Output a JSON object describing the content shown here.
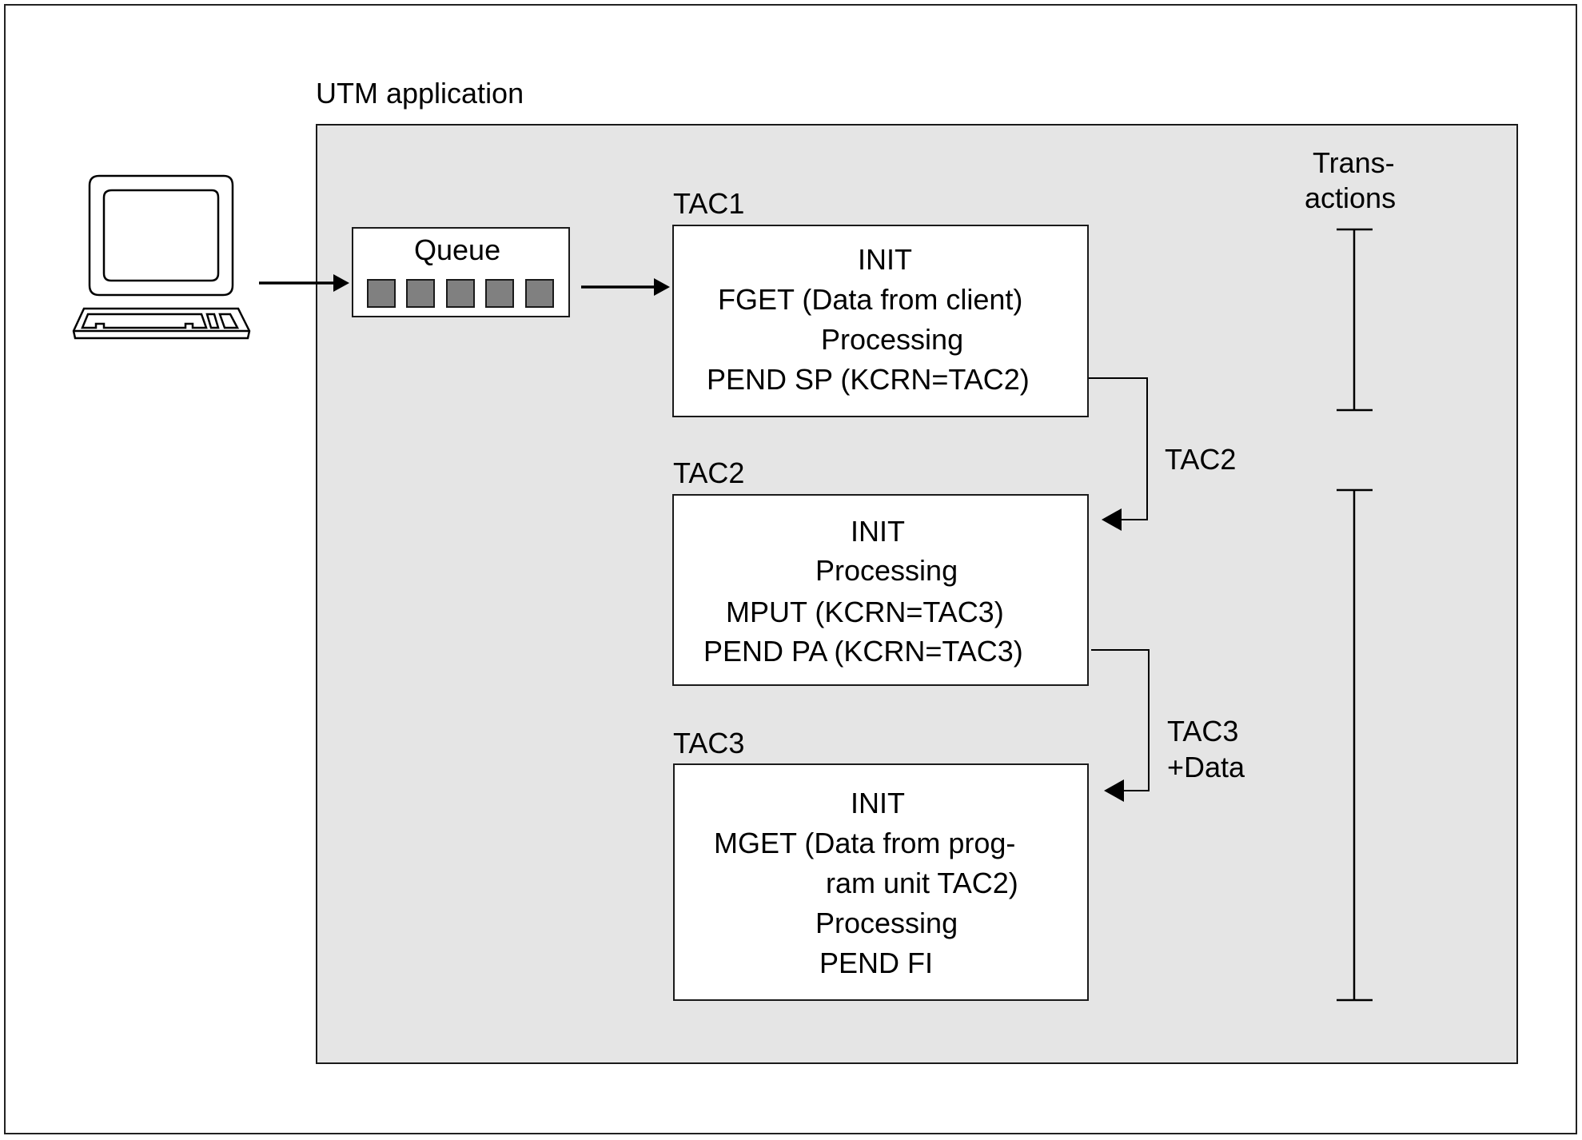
{
  "diagram": {
    "app_title": "UTM application",
    "client": {
      "icon": "computer-terminal-icon"
    },
    "queue": {
      "label": "Queue",
      "slots": 5,
      "slot_color": "#808080"
    },
    "programs": [
      {
        "name": "TAC1",
        "lines": [
          "INIT",
          "FGET (Data from client)",
          "Processing",
          "PEND SP (KCRN=TAC2)"
        ]
      },
      {
        "name": "TAC2",
        "lines": [
          "INIT",
          "Processing",
          "MPUT (KCRN=TAC3)",
          "PEND PA (KCRN=TAC3)"
        ]
      },
      {
        "name": "TAC3",
        "lines": [
          "INIT",
          "MGET (Data from prog-",
          "ram unit TAC2)",
          "Processing",
          "PEND FI"
        ]
      }
    ],
    "connectors": [
      {
        "from": "TAC1",
        "to": "TAC2",
        "label": "TAC2"
      },
      {
        "from": "TAC2",
        "to": "TAC3",
        "label_lines": [
          "TAC3",
          "+Data"
        ]
      }
    ],
    "transactions": {
      "label_lines": [
        "Trans-",
        "actions"
      ],
      "spans": [
        [
          "TAC1"
        ],
        [
          "TAC2",
          "TAC3"
        ]
      ]
    },
    "colors": {
      "app_background": "#e5e5e5",
      "box_background": "#ffffff",
      "line": "#000000"
    }
  }
}
